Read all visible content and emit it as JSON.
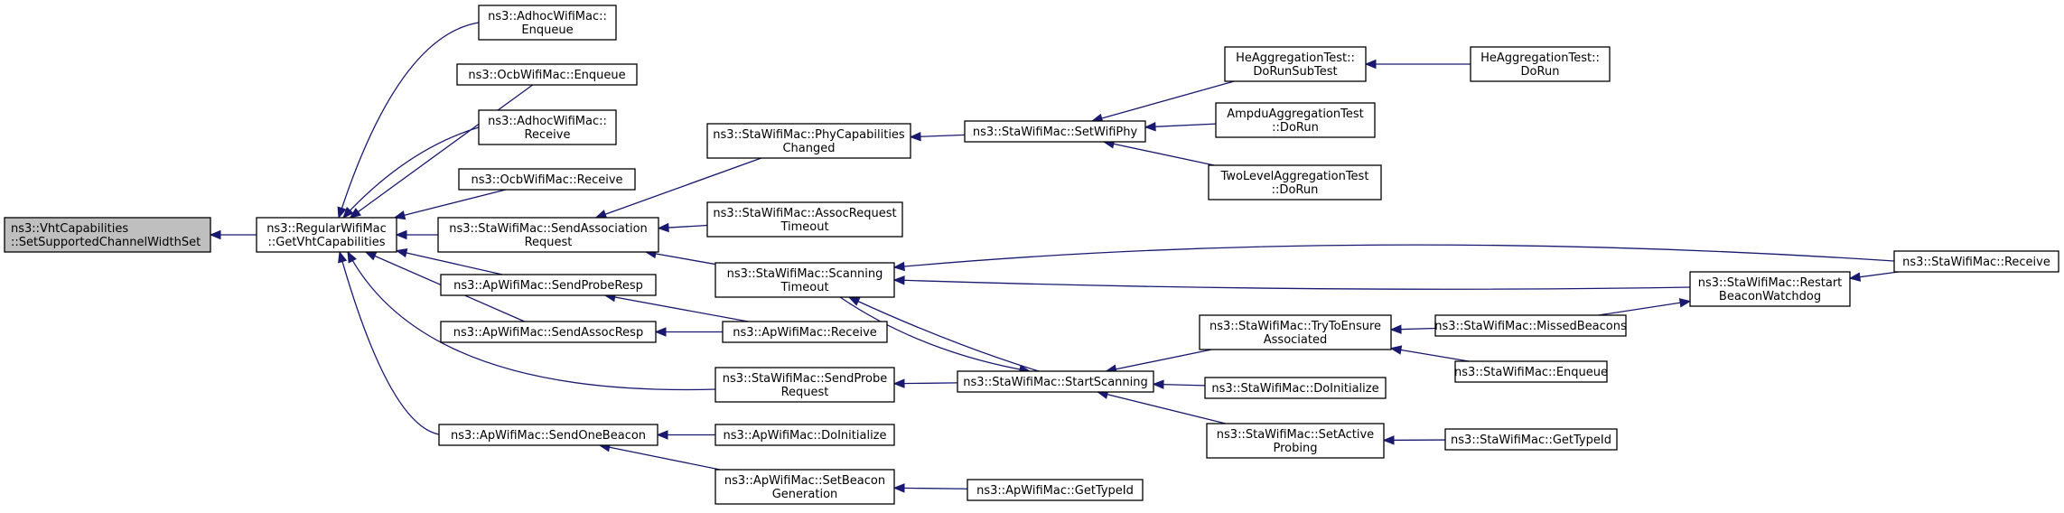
{
  "diagram": {
    "colors": {
      "edge": "#191970",
      "root_fill": "#bfbfbf",
      "node_fill": "#ffffff",
      "border": "#000000"
    },
    "nodes": [
      {
        "id": "n0",
        "lines": [
          "ns3::VhtCapabilities",
          "::SetSupportedChannelWidthSet"
        ],
        "root": true
      },
      {
        "id": "n1",
        "lines": [
          "ns3::RegularWifiMac",
          "::GetVhtCapabilities"
        ]
      },
      {
        "id": "n2",
        "lines": [
          "ns3::AdhocWifiMac::",
          "Enqueue"
        ]
      },
      {
        "id": "n3",
        "lines": [
          "ns3::OcbWifiMac::Enqueue"
        ]
      },
      {
        "id": "n4",
        "lines": [
          "ns3::AdhocWifiMac::",
          "Receive"
        ]
      },
      {
        "id": "n5",
        "lines": [
          "ns3::OcbWifiMac::Receive"
        ]
      },
      {
        "id": "n6",
        "lines": [
          "ns3::StaWifiMac::SendAssociation",
          "Request"
        ]
      },
      {
        "id": "n7",
        "lines": [
          "ns3::ApWifiMac::SendProbeResp"
        ]
      },
      {
        "id": "n8",
        "lines": [
          "ns3::ApWifiMac::SendAssocResp"
        ]
      },
      {
        "id": "n9",
        "lines": [
          "ns3::ApWifiMac::SendOneBeacon"
        ]
      },
      {
        "id": "n10",
        "lines": [
          "ns3::StaWifiMac::PhyCapabilities",
          "Changed"
        ]
      },
      {
        "id": "n11",
        "lines": [
          "ns3::StaWifiMac::AssocRequest",
          "Timeout"
        ]
      },
      {
        "id": "n12",
        "lines": [
          "ns3::StaWifiMac::Scanning",
          "Timeout"
        ]
      },
      {
        "id": "n13",
        "lines": [
          "ns3::ApWifiMac::Receive"
        ]
      },
      {
        "id": "n14",
        "lines": [
          "ns3::StaWifiMac::SendProbe",
          "Request"
        ]
      },
      {
        "id": "n15",
        "lines": [
          "ns3::ApWifiMac::DoInitialize"
        ]
      },
      {
        "id": "n16",
        "lines": [
          "ns3::ApWifiMac::SetBeacon",
          "Generation"
        ]
      },
      {
        "id": "n17",
        "lines": [
          "ns3::StaWifiMac::SetWifiPhy"
        ]
      },
      {
        "id": "n18",
        "lines": [
          "ns3::StaWifiMac::StartScanning"
        ]
      },
      {
        "id": "n19",
        "lines": [
          "ns3::ApWifiMac::GetTypeId"
        ]
      },
      {
        "id": "n20",
        "lines": [
          "HeAggregationTest::",
          "DoRunSubTest"
        ]
      },
      {
        "id": "n21",
        "lines": [
          "AmpduAggregationTest",
          "::DoRun"
        ]
      },
      {
        "id": "n22",
        "lines": [
          "TwoLevelAggregationTest",
          "::DoRun"
        ]
      },
      {
        "id": "n23",
        "lines": [
          "ns3::StaWifiMac::TryToEnsure",
          "Associated"
        ]
      },
      {
        "id": "n24",
        "lines": [
          "ns3::StaWifiMac::DoInitialize"
        ]
      },
      {
        "id": "n25",
        "lines": [
          "ns3::StaWifiMac::SetActive",
          "Probing"
        ]
      },
      {
        "id": "n26",
        "lines": [
          "HeAggregationTest::",
          "DoRun"
        ]
      },
      {
        "id": "n27",
        "lines": [
          "ns3::StaWifiMac::MissedBeacons"
        ]
      },
      {
        "id": "n28",
        "lines": [
          "ns3::StaWifiMac::Enqueue"
        ]
      },
      {
        "id": "n29",
        "lines": [
          "ns3::StaWifiMac::GetTypeId"
        ]
      },
      {
        "id": "n30",
        "lines": [
          "ns3::StaWifiMac::Restart",
          "BeaconWatchdog"
        ]
      },
      {
        "id": "n31",
        "lines": [
          "ns3::StaWifiMac::Receive"
        ]
      }
    ],
    "edges": [
      {
        "to": "n0",
        "from": "n1"
      },
      {
        "to": "n1",
        "from": "n2"
      },
      {
        "to": "n1",
        "from": "n3"
      },
      {
        "to": "n1",
        "from": "n4"
      },
      {
        "to": "n1",
        "from": "n5"
      },
      {
        "to": "n1",
        "from": "n6"
      },
      {
        "to": "n1",
        "from": "n7"
      },
      {
        "to": "n1",
        "from": "n8"
      },
      {
        "to": "n1",
        "from": "n9"
      },
      {
        "to": "n1",
        "from": "n14"
      },
      {
        "to": "n6",
        "from": "n10"
      },
      {
        "to": "n6",
        "from": "n11"
      },
      {
        "to": "n6",
        "from": "n12"
      },
      {
        "to": "n7",
        "from": "n13"
      },
      {
        "to": "n8",
        "from": "n13"
      },
      {
        "to": "n9",
        "from": "n15"
      },
      {
        "to": "n9",
        "from": "n16"
      },
      {
        "to": "n10",
        "from": "n17"
      },
      {
        "to": "n12",
        "from": "n18"
      },
      {
        "to": "n12",
        "from": "n31"
      },
      {
        "to": "n12",
        "from": "n30"
      },
      {
        "to": "n14",
        "from": "n18"
      },
      {
        "to": "n16",
        "from": "n19"
      },
      {
        "to": "n17",
        "from": "n20"
      },
      {
        "to": "n17",
        "from": "n21"
      },
      {
        "to": "n17",
        "from": "n22"
      },
      {
        "to": "n18",
        "from": "n12"
      },
      {
        "to": "n18",
        "from": "n23"
      },
      {
        "to": "n18",
        "from": "n24"
      },
      {
        "to": "n18",
        "from": "n25"
      },
      {
        "to": "n20",
        "from": "n26"
      },
      {
        "to": "n23",
        "from": "n27"
      },
      {
        "to": "n23",
        "from": "n28"
      },
      {
        "to": "n25",
        "from": "n29"
      },
      {
        "to": "n30",
        "from": "n27"
      },
      {
        "to": "n30",
        "from": "n31"
      }
    ]
  }
}
